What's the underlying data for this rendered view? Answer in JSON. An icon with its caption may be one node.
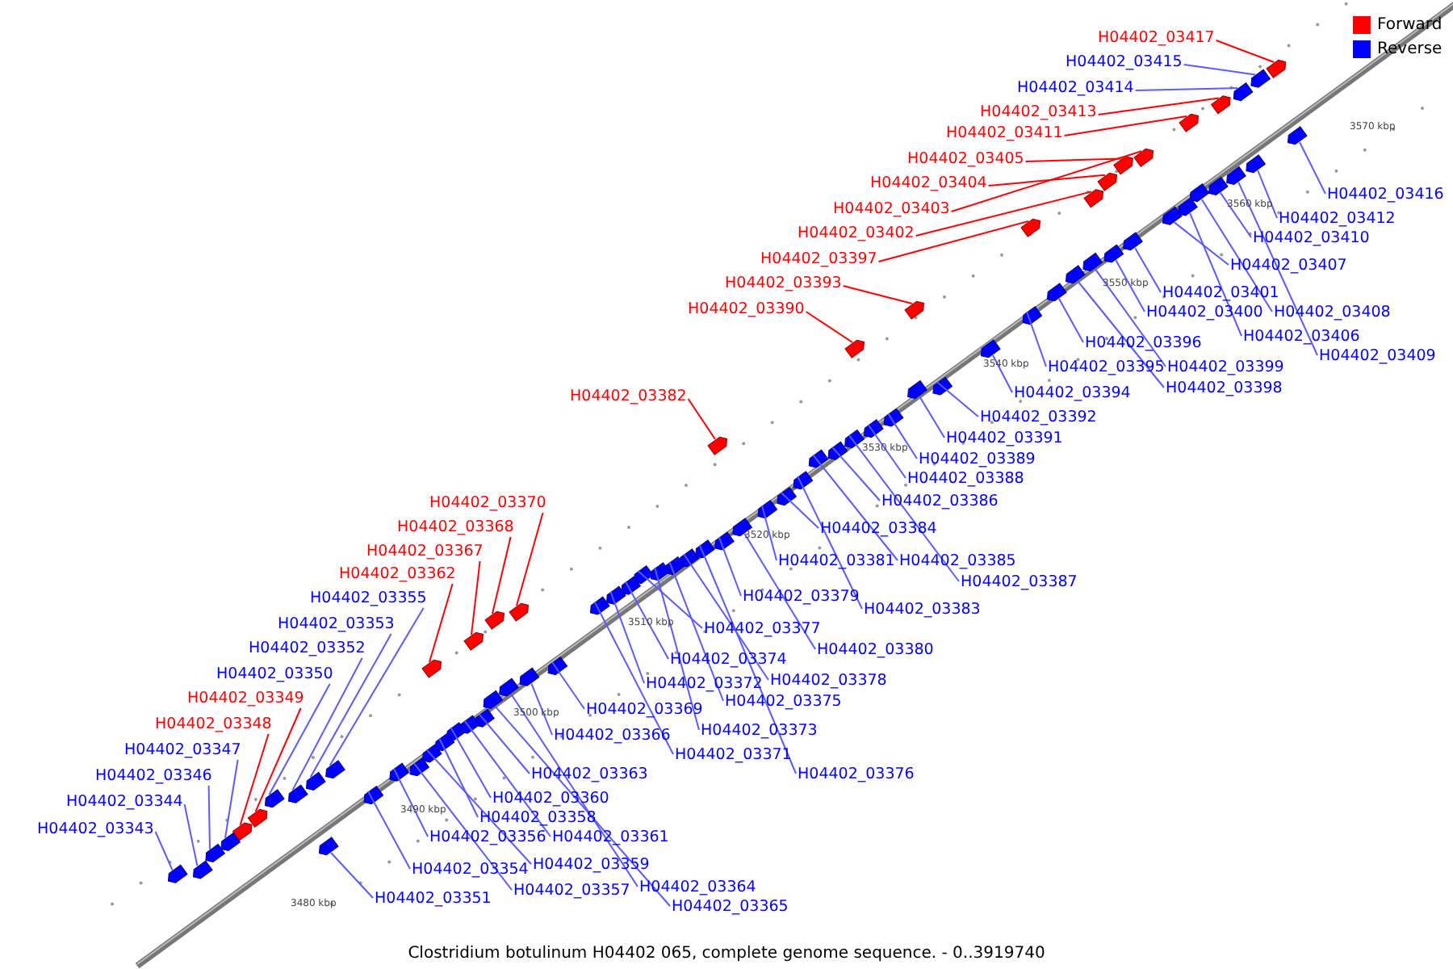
{
  "diagram": {
    "caption": "Clostridium botulinum H04402 065, complete genome sequence. - 0..3919740",
    "nodes": [
      {
        "text": [
          "H04402_03417"
        ]
      },
      {
        "text": [
          "H04402_03415"
        ]
      },
      {
        "text": [
          "H04402_03414"
        ]
      },
      {
        "text": [
          "H04402_03413"
        ]
      },
      {
        "text": [
          "H04402_03411"
        ]
      },
      {
        "text": [
          "H04402_03405"
        ]
      },
      {
        "text": [
          "H04402_03404"
        ]
      },
      {
        "text": [
          "H04402_03403"
        ]
      },
      {
        "text": [
          "H04402_03402"
        ]
      },
      {
        "text": [
          "H04402_03397"
        ]
      },
      {
        "text": [
          "H04402_03393"
        ]
      },
      {
        "text": [
          "H04402_03390"
        ]
      },
      {
        "text": [
          "H04402_03382"
        ]
      },
      {
        "text": [
          "H04402_03370"
        ]
      },
      {
        "text": [
          "H04402_03368"
        ]
      },
      {
        "text": [
          "H04402_03367"
        ]
      },
      {
        "text": [
          "H04402_03362"
        ]
      },
      {
        "text": [
          "H04402_03355"
        ]
      },
      {
        "text": [
          "H04402_03353"
        ]
      },
      {
        "text": [
          "H04402_03352"
        ]
      },
      {
        "text": [
          "H04402_03350"
        ]
      },
      {
        "text": [
          "H04402_03349"
        ]
      },
      {
        "text": [
          "H04402_03348"
        ]
      },
      {
        "text": [
          "H04402_03347"
        ]
      },
      {
        "text": [
          "H04402_03346"
        ]
      },
      {
        "text": [
          "H04402_03344"
        ]
      },
      {
        "text": [
          "H04402_03343"
        ]
      },
      {
        "text": [
          "H04402_03416"
        ]
      },
      {
        "text": [
          "H04402_03412"
        ]
      },
      {
        "text": [
          "H04402_03410"
        ]
      },
      {
        "text": [
          "H04402_03407"
        ]
      },
      {
        "text": [
          "H04402_03408"
        ]
      },
      {
        "text": [
          "H04402_03401"
        ]
      },
      {
        "text": [
          "H04402_03400"
        ]
      },
      {
        "text": [
          "H04402_03406"
        ]
      },
      {
        "text": [
          "H04402_03409"
        ]
      },
      {
        "text": [
          "H04402_03396"
        ]
      },
      {
        "text": [
          "H04402_03395"
        ]
      },
      {
        "text": [
          "H04402_03399"
        ]
      },
      {
        "text": [
          "H04402_03398"
        ]
      },
      {
        "text": [
          "H04402_03394"
        ]
      },
      {
        "text": [
          "H04402_03392"
        ]
      },
      {
        "text": [
          "H04402_03391"
        ]
      },
      {
        "text": [
          "H04402_03389"
        ]
      },
      {
        "text": [
          "H04402_03388"
        ]
      },
      {
        "text": [
          "H04402_03386"
        ]
      },
      {
        "text": [
          "H04402_03384"
        ]
      },
      {
        "text": [
          "H04402_03381"
        ]
      },
      {
        "text": [
          "H04402_03385"
        ]
      },
      {
        "text": [
          "H04402_03387"
        ]
      },
      {
        "text": [
          "H04402_03379"
        ]
      },
      {
        "text": [
          "H04402_03383"
        ]
      },
      {
        "text": [
          "H04402_03377"
        ]
      },
      {
        "text": [
          "H04402_03380"
        ]
      },
      {
        "text": [
          "H04402_03374"
        ]
      },
      {
        "text": [
          "H04402_03378"
        ]
      },
      {
        "text": [
          "H04402_03372"
        ]
      },
      {
        "text": [
          "H04402_03375"
        ]
      },
      {
        "text": [
          "H04402_03373"
        ]
      },
      {
        "text": [
          "H04402_03369"
        ]
      },
      {
        "text": [
          "H04402_03366"
        ]
      },
      {
        "text": [
          "H04402_03371"
        ]
      },
      {
        "text": [
          "H04402_03376"
        ]
      },
      {
        "text": [
          "H04402_03363"
        ]
      },
      {
        "text": [
          "H04402_03360"
        ]
      },
      {
        "text": [
          "H04402_03358"
        ]
      },
      {
        "text": [
          "H04402_03356"
        ]
      },
      {
        "text": [
          "H04402_03361"
        ]
      },
      {
        "text": [
          "H04402_03359"
        ]
      },
      {
        "text": [
          "H04402_03354"
        ]
      },
      {
        "text": [
          "H04402_03357"
        ]
      },
      {
        "text": [
          "H04402_03364"
        ]
      },
      {
        "text": [
          "H04402_03351"
        ]
      },
      {
        "text": [
          "H04402_03365"
        ]
      },
      {
        "text": [],
        "shape": "box"
      },
      {
        "text": [],
        "shape": "box"
      },
      {
        "text": [],
        "shape": "box"
      },
      {
        "text": [],
        "shape": "box"
      },
      {
        "text": [],
        "shape": "box"
      },
      {
        "text": [],
        "shape": "box"
      },
      {
        "text": [],
        "shape": "box"
      },
      {
        "text": [],
        "shape": "box"
      },
      {
        "text": [],
        "shape": "box"
      },
      {
        "text": [],
        "shape": "box"
      },
      {
        "text": [],
        "shape": "box"
      },
      {
        "text": [],
        "shape": "box"
      },
      {
        "text": [],
        "shape": "box"
      },
      {
        "text": [],
        "shape": "box"
      },
      {
        "text": [],
        "shape": "box"
      },
      {
        "text": [],
        "shape": "box"
      },
      {
        "text": [],
        "shape": "box"
      },
      {
        "text": [],
        "shape": "box"
      },
      {
        "text": [],
        "shape": "box"
      },
      {
        "text": [],
        "shape": "box"
      },
      {
        "text": [],
        "shape": "box"
      },
      {
        "text": [],
        "shape": "box"
      },
      {
        "text": [],
        "shape": "box"
      },
      {
        "text": [],
        "shape": "box"
      },
      {
        "text": [],
        "shape": "box"
      },
      {
        "text": [],
        "shape": "box"
      },
      {
        "text": [],
        "shape": "box"
      },
      {
        "text": [],
        "shape": "box"
      },
      {
        "text": [],
        "shape": "box"
      },
      {
        "text": [],
        "shape": "box"
      },
      {
        "text": [],
        "shape": "box"
      },
      {
        "text": [],
        "shape": "box"
      },
      {
        "text": [],
        "shape": "box"
      },
      {
        "text": [],
        "shape": "box"
      },
      {
        "text": [],
        "shape": "box"
      },
      {
        "text": [],
        "shape": "box"
      },
      {
        "text": [],
        "shape": "box"
      },
      {
        "text": [],
        "shape": "box"
      },
      {
        "text": [],
        "shape": "box"
      },
      {
        "text": [],
        "shape": "box"
      },
      {
        "text": [],
        "shape": "box"
      },
      {
        "text": [],
        "shape": "box"
      },
      {
        "text": [],
        "shape": "box"
      },
      {
        "text": [],
        "shape": "box"
      },
      {
        "text": [],
        "shape": "box"
      },
      {
        "text": [],
        "shape": "box"
      },
      {
        "text": [],
        "shape": "box"
      },
      {
        "text": [],
        "shape": "box"
      },
      {
        "text": [],
        "shape": "box"
      },
      {
        "text": [],
        "shape": "box"
      },
      {
        "text": [],
        "shape": "box"
      },
      {
        "text": [],
        "shape": "box"
      },
      {
        "text": [],
        "shape": "box"
      },
      {
        "text": [],
        "shape": "box"
      },
      {
        "text": [],
        "shape": "box"
      },
      {
        "text": [],
        "shape": "box"
      },
      {
        "text": [],
        "shape": "box"
      },
      {
        "text": [],
        "shape": "box"
      },
      {
        "text": [],
        "shape": "box"
      },
      {
        "text": [],
        "shape": "box"
      },
      {
        "text": [],
        "shape": "box"
      },
      {
        "text": [],
        "shape": "box"
      },
      {
        "text": [],
        "shape": "box"
      },
      {
        "text": [],
        "shape": "box"
      },
      {
        "text": [],
        "shape": "box"
      },
      {
        "text": [],
        "shape": "box"
      },
      {
        "text": [],
        "shape": "box"
      },
      {
        "text": [],
        "shape": "box"
      },
      {
        "text": [],
        "shape": "box"
      },
      {
        "text": [],
        "shape": "box"
      },
      {
        "text": [],
        "shape": "box"
      },
      {
        "text": [],
        "shape": "box"
      },
      {
        "text": [],
        "shape": "box"
      },
      {
        "text": [],
        "shape": "box"
      }
    ],
    "edges": [
      {
        "from": 0,
        "to": 74,
        "arrow": "none",
        "color": "#ff0000"
      },
      {
        "from": 1,
        "to": 75,
        "arrow": "none"
      },
      {
        "from": 2,
        "to": 76,
        "arrow": "none"
      },
      {
        "from": 3,
        "to": 77,
        "arrow": "none",
        "color": "#ff0000"
      },
      {
        "from": 4,
        "to": 78,
        "arrow": "none",
        "color": "#ff0000"
      },
      {
        "from": 5,
        "to": 79,
        "arrow": "none",
        "color": "#ff0000"
      },
      {
        "from": 6,
        "to": 80,
        "arrow": "none",
        "color": "#ff0000"
      },
      {
        "from": 7,
        "to": 81,
        "arrow": "none",
        "color": "#ff0000"
      },
      {
        "from": 8,
        "to": 82,
        "arrow": "none",
        "color": "#ff0000"
      },
      {
        "from": 9,
        "to": 83,
        "arrow": "none",
        "color": "#ff0000"
      },
      {
        "from": 10,
        "to": 84,
        "arrow": "none",
        "color": "#ff0000"
      },
      {
        "from": 11,
        "to": 85,
        "arrow": "none",
        "color": "#ff0000"
      },
      {
        "from": 12,
        "to": 86,
        "arrow": "none",
        "color": "#ff0000"
      },
      {
        "from": 13,
        "to": 87,
        "arrow": "none",
        "color": "#ff0000"
      },
      {
        "from": 14,
        "to": 88,
        "arrow": "none",
        "color": "#ff0000"
      },
      {
        "from": 15,
        "to": 89,
        "arrow": "none",
        "color": "#ff0000"
      },
      {
        "from": 16,
        "to": 90,
        "arrow": "none",
        "color": "#ff0000"
      },
      {
        "from": 17,
        "to": 91,
        "arrow": "none"
      },
      {
        "from": 18,
        "to": 92,
        "arrow": "none"
      },
      {
        "from": 19,
        "to": 93,
        "arrow": "none"
      },
      {
        "from": 20,
        "to": 94,
        "arrow": "none"
      },
      {
        "from": 21,
        "to": 95,
        "arrow": "none",
        "color": "#ff0000"
      },
      {
        "from": 22,
        "to": 96,
        "arrow": "none",
        "color": "#ff0000"
      },
      {
        "from": 23,
        "to": 97,
        "arrow": "none"
      },
      {
        "from": 24,
        "to": 98,
        "arrow": "none"
      },
      {
        "from": 25,
        "to": 99,
        "arrow": "none"
      },
      {
        "from": 26,
        "to": 100,
        "arrow": "none"
      },
      {
        "from": 27,
        "to": 101,
        "arrow": "none"
      },
      {
        "from": 28,
        "to": 102,
        "arrow": "none"
      },
      {
        "from": 29,
        "to": 103,
        "arrow": "none"
      },
      {
        "from": 30,
        "to": 104,
        "arrow": "none"
      },
      {
        "from": 31,
        "to": 105,
        "arrow": "none"
      },
      {
        "from": 32,
        "to": 106,
        "arrow": "none"
      },
      {
        "from": 33,
        "to": 107,
        "arrow": "none"
      },
      {
        "from": 34,
        "to": 108,
        "arrow": "none"
      },
      {
        "from": 35,
        "to": 109,
        "arrow": "none"
      },
      {
        "from": 36,
        "to": 110,
        "arrow": "none"
      },
      {
        "from": 37,
        "to": 111,
        "arrow": "none"
      },
      {
        "from": 38,
        "to": 112,
        "arrow": "none"
      },
      {
        "from": 39,
        "to": 113,
        "arrow": "none"
      },
      {
        "from": 40,
        "to": 114,
        "arrow": "none"
      },
      {
        "from": 41,
        "to": 115,
        "arrow": "none"
      },
      {
        "from": 42,
        "to": 116,
        "arrow": "none"
      },
      {
        "from": 43,
        "to": 117,
        "arrow": "none"
      },
      {
        "from": 44,
        "to": 118,
        "arrow": "none"
      },
      {
        "from": 45,
        "to": 119,
        "arrow": "none"
      },
      {
        "from": 46,
        "to": 120,
        "arrow": "none"
      },
      {
        "from": 47,
        "to": 121,
        "arrow": "none"
      },
      {
        "from": 48,
        "to": 122,
        "arrow": "none"
      },
      {
        "from": 49,
        "to": 123,
        "arrow": "none"
      },
      {
        "from": 50,
        "to": 124,
        "arrow": "none"
      },
      {
        "from": 51,
        "to": 125,
        "arrow": "none"
      },
      {
        "from": 52,
        "to": 126,
        "arrow": "none"
      },
      {
        "from": 53,
        "to": 127,
        "arrow": "none"
      },
      {
        "from": 54,
        "to": 128,
        "arrow": "none"
      },
      {
        "from": 55,
        "to": 129,
        "arrow": "none"
      },
      {
        "from": 56,
        "to": 130,
        "arrow": "none"
      },
      {
        "from": 57,
        "to": 131,
        "arrow": "none"
      },
      {
        "from": 58,
        "to": 132,
        "arrow": "none"
      },
      {
        "from": 59,
        "to": 133,
        "arrow": "none"
      },
      {
        "from": 60,
        "to": 134,
        "arrow": "none"
      },
      {
        "from": 61,
        "to": 135,
        "arrow": "none"
      },
      {
        "from": 62,
        "to": 136,
        "arrow": "none"
      },
      {
        "from": 63,
        "to": 137,
        "arrow": "none"
      },
      {
        "from": 64,
        "to": 138,
        "arrow": "none"
      },
      {
        "from": 65,
        "to": 139,
        "arrow": "none"
      },
      {
        "from": 66,
        "to": 140,
        "arrow": "none"
      },
      {
        "from": 67,
        "to": 141,
        "arrow": "none"
      },
      {
        "from": 68,
        "to": 142,
        "arrow": "none"
      },
      {
        "from": 69,
        "to": 143,
        "arrow": "none"
      },
      {
        "from": 70,
        "to": 144,
        "arrow": "none"
      },
      {
        "from": 71,
        "to": 145,
        "arrow": "none"
      },
      {
        "from": 72,
        "to": 146,
        "arrow": "none"
      },
      {
        "from": 73,
        "to": 147,
        "arrow": "none"
      }
    ],
    "labels": [
      "3570 kbp",
      "3560 kbp",
      "3550 kbp",
      "3540 kbp",
      "3530 kbp",
      "3520 kbp",
      "3510 kbp",
      "3500 kbp",
      "3490 kbp",
      "3480 kbp"
    ],
    "legend": [
      {
        "text": "Forward",
        "color": "#ff0000"
      },
      {
        "text": "Reverse",
        "color": "#0000ff"
      }
    ]
  }
}
